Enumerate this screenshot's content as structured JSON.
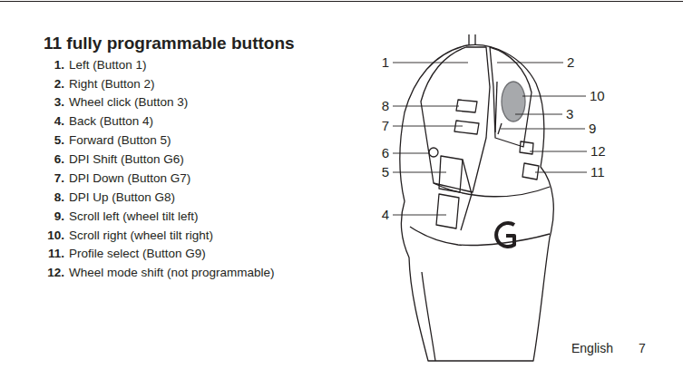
{
  "diagram": {
    "title": "11 fully programmable buttons",
    "labels": [
      "1.",
      "Left (Button 1)",
      "2.",
      "Right (Button 2)",
      "3.",
      "Wheel click (Button 3)",
      "4.",
      "Back (Button 4)",
      "5.",
      "Forward (Button 5)",
      "6.",
      "DPI Shift (Button G6)",
      "7.",
      "DPI Down (Button G7)",
      "8.",
      "DPI Up (Button G8)",
      "9.",
      "Scroll left (wheel tilt left)",
      "10.",
      "Scroll right (wheel tilt right)",
      "11.",
      "Profile select (Button G9)",
      "12.",
      "Wheel mode shift (not programmable)",
      "1",
      "8",
      "7",
      "6",
      "5",
      "4",
      "2",
      "10",
      "3",
      "9",
      "12",
      "11",
      "English",
      "7"
    ]
  }
}
